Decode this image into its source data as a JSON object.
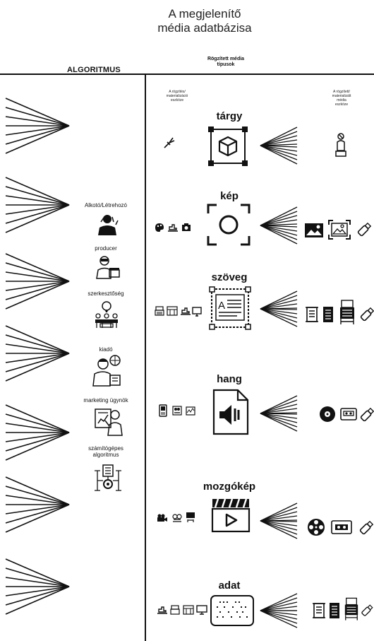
{
  "title": {
    "line1": "A megjelenítő",
    "line2": "média adatbázisa"
  },
  "header": {
    "algorithm": "ALGORITMUS",
    "media_types_line1": "Rögzített média",
    "media_types_line2": "típusok",
    "left_col_line1": "A rögzítés/",
    "left_col_line2": "materializáció",
    "left_col_line3": "eszköze",
    "right_col_line1": "A rögzített/",
    "right_col_line2": "materializált",
    "right_col_line3": "média",
    "right_col_line4": "eszköze"
  },
  "roles": [
    {
      "label": "Alkotó/Létrehozó",
      "icon": "creator-icon"
    },
    {
      "label": "producer",
      "icon": "producer-icon"
    },
    {
      "label": "szerkesztőség",
      "icon": "editorial-icon"
    },
    {
      "label": "kiadó",
      "icon": "publisher-icon"
    },
    {
      "label": "marketing ügynök",
      "icon": "marketing-icon"
    },
    {
      "label": "számítógépes",
      "label2": "algoritmus",
      "icon": "algorithm-icon"
    }
  ],
  "media_types": [
    {
      "label": "tárgy",
      "icon": "object-cube-icon"
    },
    {
      "label": "kép",
      "icon": "camera-focus-icon"
    },
    {
      "label": "szöveg",
      "icon": "text-document-icon"
    },
    {
      "label": "hang",
      "icon": "audio-file-icon"
    },
    {
      "label": "mozgókép",
      "icon": "clapperboard-icon"
    },
    {
      "label": "adat",
      "icon": "binary-data-icon"
    }
  ]
}
